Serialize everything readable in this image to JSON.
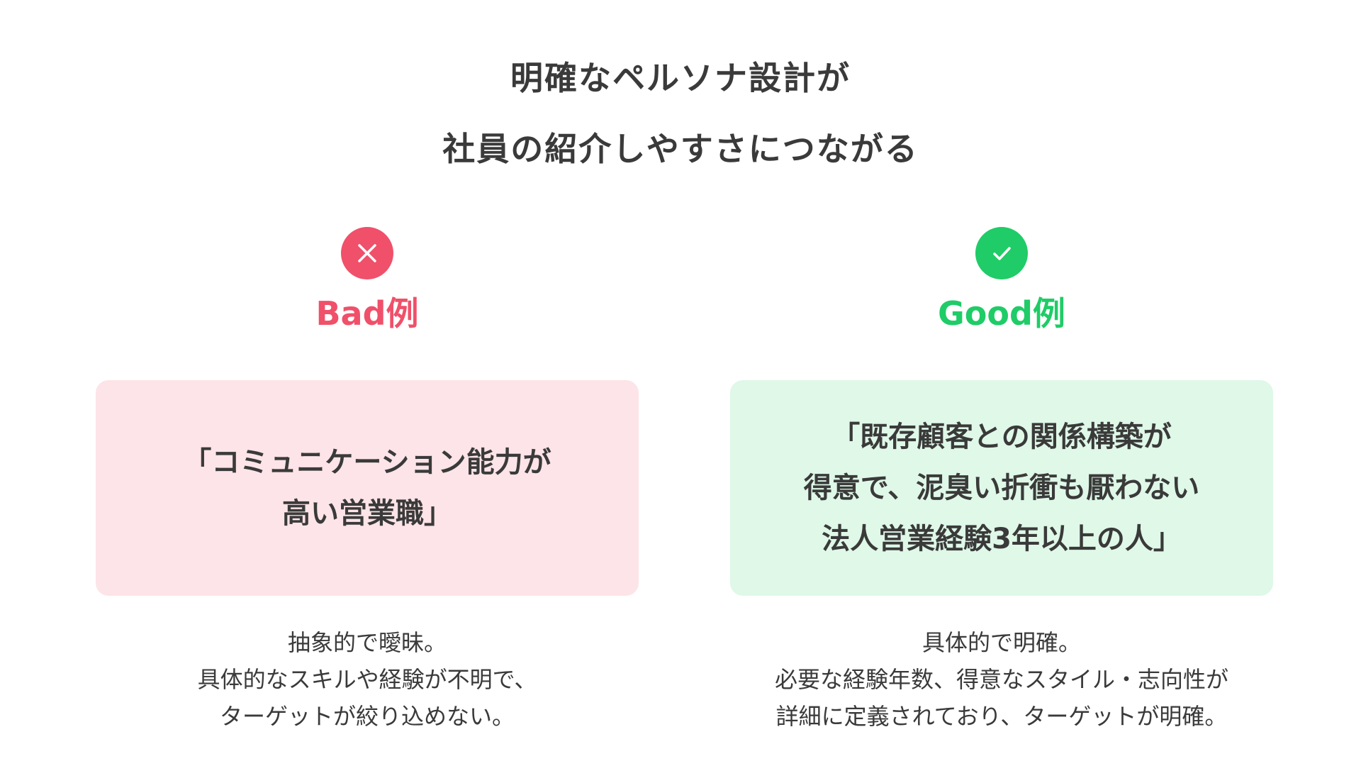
{
  "title": {
    "line1": "明確なペルソナ設計が",
    "line2": "社員の紹介しやすさにつながる"
  },
  "colors": {
    "bad_accent": "#f0506a",
    "bad_card_bg": "#fde4e8",
    "good_accent": "#1fcc67",
    "good_card_bg": "#dff8e8",
    "text": "#3a3a3a"
  },
  "bad": {
    "icon": "cross-icon",
    "label": "Bad例",
    "card_lines": [
      "「コミュニケーション能力が",
      "高い営業職」"
    ],
    "desc_lines": [
      "抽象的で曖昧。",
      "具体的なスキルや経験が不明で、",
      "ターゲットが絞り込めない。"
    ]
  },
  "good": {
    "icon": "check-icon",
    "label": "Good例",
    "card_lines": [
      "「既存顧客との関係構築が",
      "得意で、泥臭い折衝も厭わない",
      "法人営業経験3年以上の人」"
    ],
    "desc_lines": [
      "具体的で明確。",
      "必要な経験年数、得意なスタイル・志向性が",
      "詳細に定義されており、ターゲットが明確。"
    ]
  }
}
